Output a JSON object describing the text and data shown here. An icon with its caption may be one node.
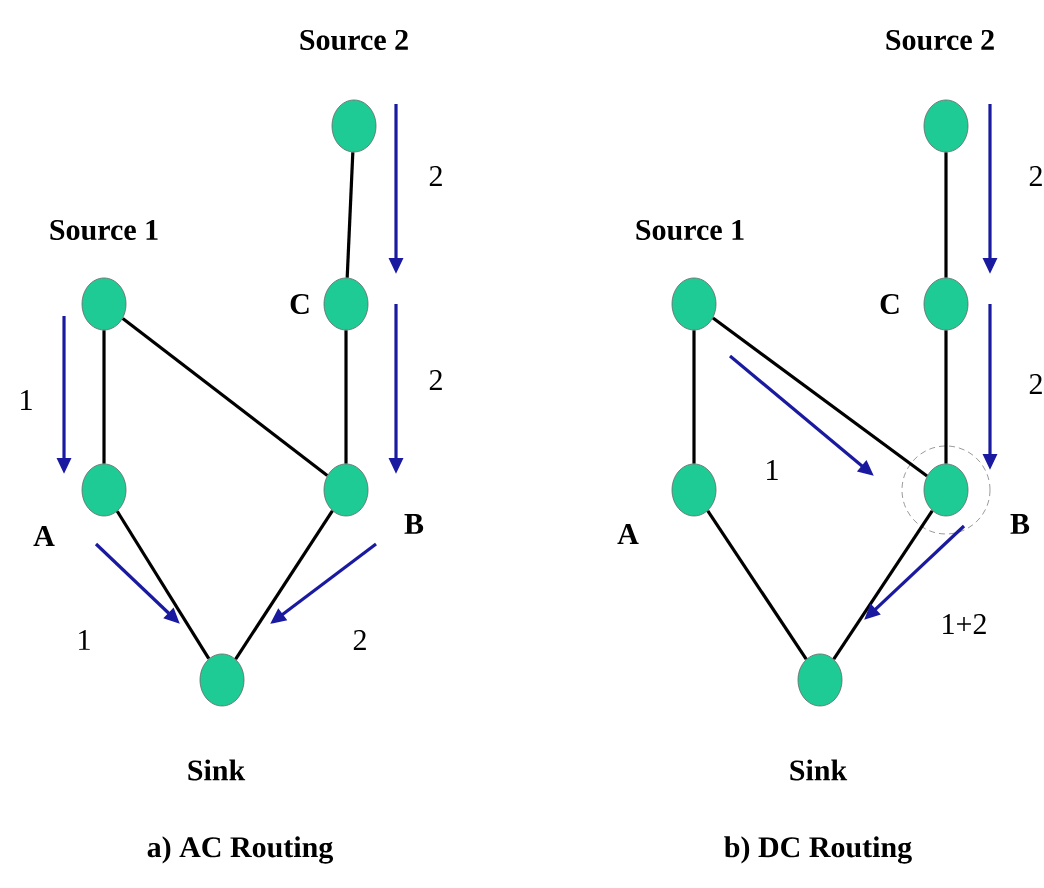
{
  "diagram": {
    "nodes": [
      {
        "text": [],
        "shape": "circle",
        "beside": [
          "Source 2"
        ]
      },
      {
        "text": [],
        "shape": "circle",
        "beside": [
          "Source 1"
        ]
      },
      {
        "text": [],
        "shape": "circle",
        "beside": [
          "C"
        ]
      },
      {
        "text": [],
        "shape": "circle",
        "beside": [
          "A"
        ]
      },
      {
        "text": [],
        "shape": "circle",
        "beside": [
          "B"
        ]
      },
      {
        "text": [],
        "shape": "circle",
        "beside": [
          "Sink"
        ]
      },
      {
        "text": [],
        "shape": "circle",
        "beside": [
          "Source 2"
        ]
      },
      {
        "text": [],
        "shape": "circle",
        "beside": [
          "Source 1"
        ]
      },
      {
        "text": [],
        "shape": "circle",
        "beside": [
          "C"
        ]
      },
      {
        "text": [],
        "shape": "circle",
        "beside": [
          "A"
        ]
      },
      {
        "text": [],
        "shape": "circle",
        "beside": [
          "B"
        ]
      },
      {
        "text": [],
        "shape": "circle",
        "beside": [
          "Sink"
        ]
      }
    ],
    "edges": [
      {
        "from": 0,
        "to": 2,
        "arrow": "none"
      },
      {
        "from": 2,
        "to": 4,
        "arrow": "none"
      },
      {
        "from": 1,
        "to": 3,
        "arrow": "none"
      },
      {
        "from": 1,
        "to": 4,
        "arrow": "none"
      },
      {
        "from": 3,
        "to": 5,
        "arrow": "none"
      },
      {
        "from": 4,
        "to": 5,
        "arrow": "none"
      },
      {
        "from": 6,
        "to": 8,
        "arrow": "none"
      },
      {
        "from": 8,
        "to": 10,
        "arrow": "none"
      },
      {
        "from": 7,
        "to": 9,
        "arrow": "none"
      },
      {
        "from": 7,
        "to": 10,
        "arrow": "none"
      },
      {
        "from": 9,
        "to": 11,
        "arrow": "none"
      },
      {
        "from": 10,
        "to": 11,
        "arrow": "none"
      }
    ],
    "labels": [
      "2",
      "2",
      "1",
      "1",
      "2",
      "a) AC Routing",
      "2",
      "2",
      "1",
      "1+2",
      "b) DC Routing"
    ]
  }
}
